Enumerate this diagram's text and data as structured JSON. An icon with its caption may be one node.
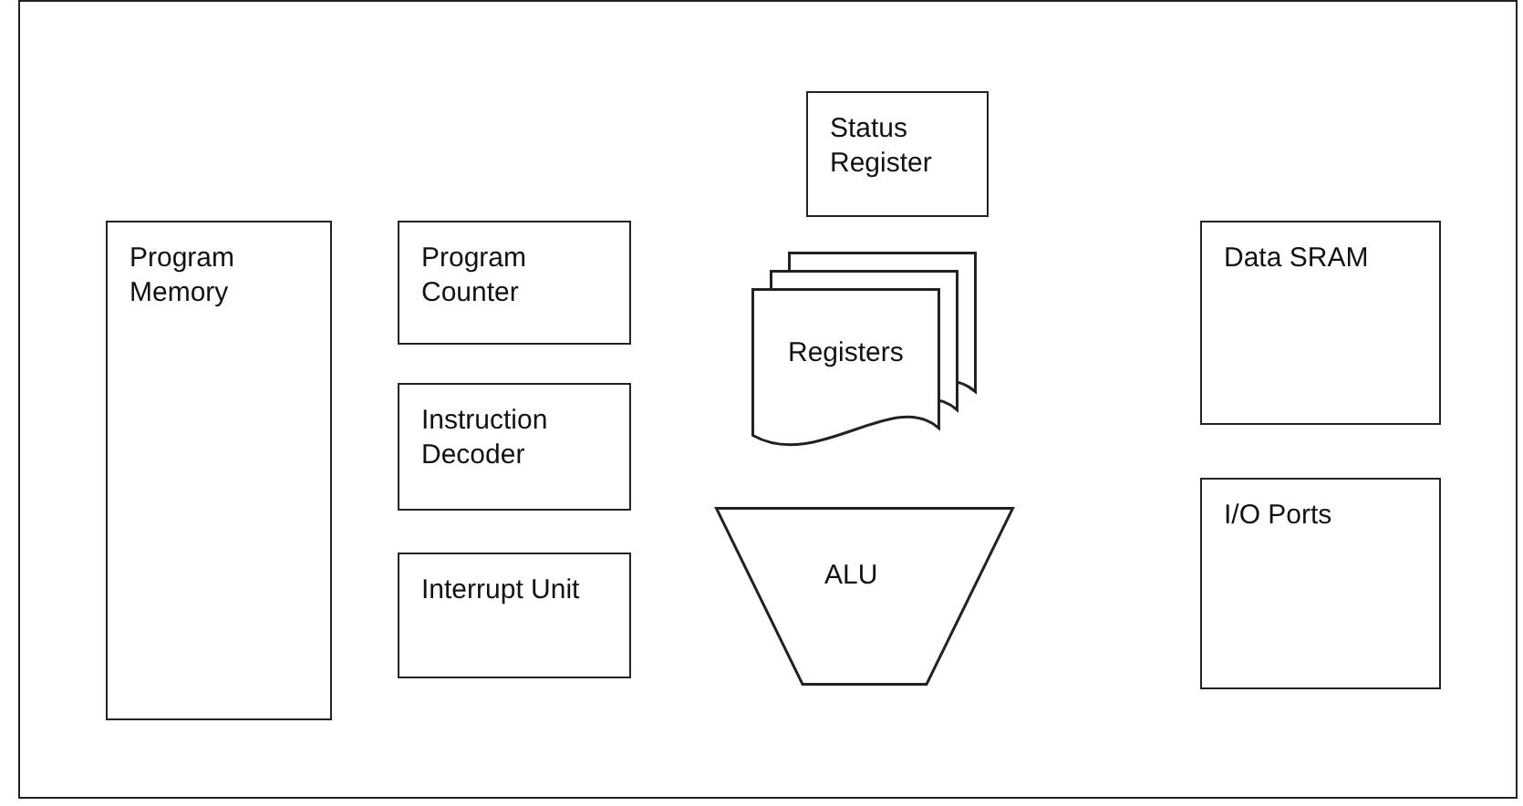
{
  "diagram": {
    "nodes": [
      {
        "text": [
          "Program Memory"
        ]
      },
      {
        "text": [
          "Program Counter"
        ]
      },
      {
        "text": [
          "Instruction Decoder"
        ]
      },
      {
        "text": [
          "Interrupt Unit"
        ]
      },
      {
        "text": [
          "Status Register"
        ]
      },
      {
        "text": [
          "Registers"
        ]
      },
      {
        "text": [
          "ALU"
        ]
      },
      {
        "text": [
          "Data SRAM"
        ]
      },
      {
        "text": [
          "I/O Ports"
        ]
      }
    ]
  }
}
